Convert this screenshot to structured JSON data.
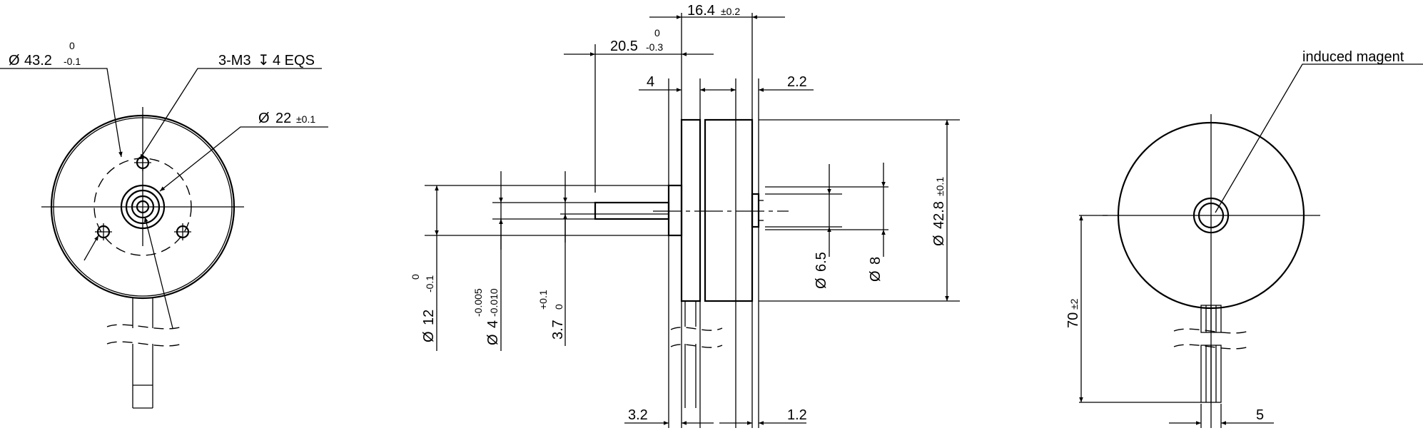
{
  "front_view": {
    "outer_diameter": {
      "symbol": "Ø",
      "value": "43.2",
      "tol_upper": "0",
      "tol_lower": "-0.1"
    },
    "mount_holes": {
      "text": "3-M3",
      "depth_symbol": "↧",
      "depth": "4 EQS"
    },
    "pilot_diameter": {
      "symbol": "Ø",
      "value": "22",
      "tol": "±0.1"
    }
  },
  "side_view": {
    "length_total": {
      "value": "16.4",
      "tol": "±0.2"
    },
    "shaft_length": {
      "value": "20.5",
      "tol_upper": "0",
      "tol_lower": "-0.3"
    },
    "flange_width": {
      "value": "4"
    },
    "gap_right": {
      "value": "2.2"
    },
    "body_diameter": {
      "symbol": "Ø",
      "value": "42.8",
      "tol": "±0.1"
    },
    "boss_diameter": {
      "symbol": "Ø",
      "value": "12",
      "tol_upper": "0",
      "tol_lower": "-0.1"
    },
    "shaft_diameter": {
      "symbol": "Ø",
      "value": "4",
      "tol_upper": "-0.005",
      "tol_lower": "-0.010"
    },
    "flat_depth": {
      "value": "3.7",
      "tol_upper": "+0.1",
      "tol_lower": "0"
    },
    "rear_diameter_a": {
      "symbol": "Ø",
      "value": "6.5"
    },
    "rear_diameter_b": {
      "symbol": "Ø",
      "value": "8"
    },
    "bottom_left": {
      "value": "3.2"
    },
    "bottom_right": {
      "value": "1.2"
    }
  },
  "rear_view": {
    "callout": "induced magent",
    "lead_length": {
      "value": "70",
      "tol": "±2"
    },
    "lead_width": {
      "value": "5"
    }
  }
}
